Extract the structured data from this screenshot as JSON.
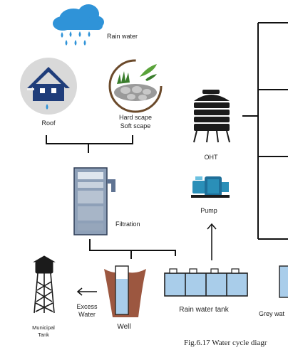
{
  "labels": {
    "rain_water": "Rain water",
    "roof": "Roof",
    "hard_scape": "Hard scape",
    "soft_scape": "Soft scape",
    "oht": "OHT",
    "pump": "Pump",
    "filtration": "Filtration",
    "excess_water_line1": "Excess",
    "excess_water_line2": "Water",
    "municipal_tank_line1": "Municipal",
    "municipal_tank_line2": "Tank",
    "well": "Well",
    "rain_water_tank": "Rain water tank",
    "grey_water": "Grey wat"
  },
  "caption": "Fig.6.17 Water cycle diagr",
  "colors": {
    "cloud": "#2f93d8",
    "drop": "#2f93d8",
    "roof": "#1f3d7a",
    "line": "#111111",
    "tank_fill": "#a9cdea",
    "tank_stroke": "#222222",
    "oht": "#1b1b1b",
    "pump": "#2a8fb8",
    "well_brown": "#8b3a1f",
    "filter": "#8ea0b8"
  }
}
